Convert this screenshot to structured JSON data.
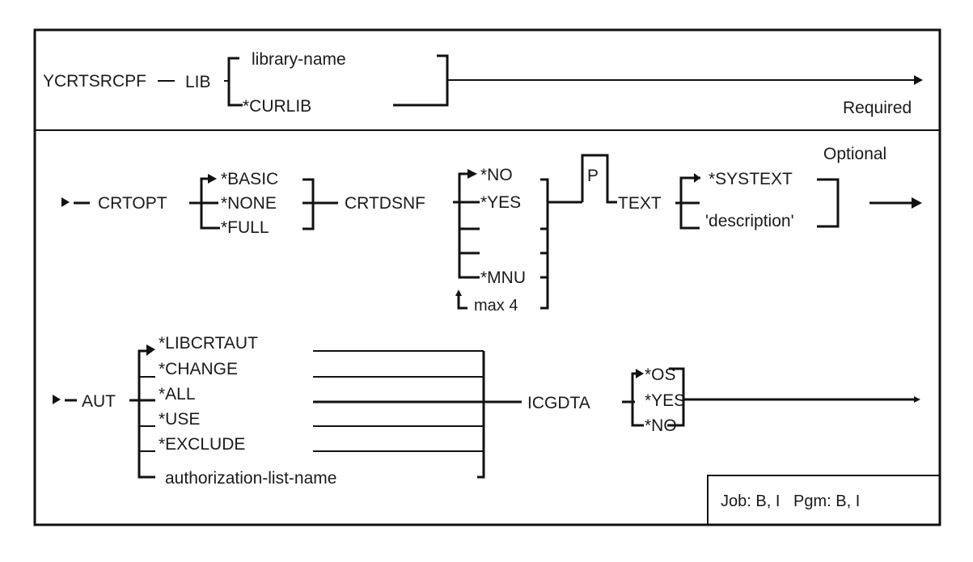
{
  "diagram": {
    "title": "YCRTSRCPF command syntax diagram",
    "command": "YCRTSRCPF",
    "required_label": "Required",
    "optional_label": "Optional",
    "footer": "Job: B, I   Pgm: B, I",
    "positional_marker": "P",
    "parameters": {
      "lib": {
        "keyword": "LIB",
        "options": [
          "library-name",
          "*CURLIB"
        ]
      },
      "crtopt": {
        "keyword": "CRTOPT",
        "default": "*BASIC",
        "options": [
          "*BASIC",
          "*NONE",
          "*FULL"
        ]
      },
      "crtdsnf": {
        "keyword": "CRTDSNF",
        "default": "*NO",
        "options": [
          "*NO",
          "*YES",
          "",
          "",
          "*MNU"
        ],
        "repeat": "max 4"
      },
      "text": {
        "keyword": "TEXT",
        "default": "*SYSTEXT",
        "options": [
          "*SYSTEXT",
          "'description'"
        ]
      },
      "aut": {
        "keyword": "AUT",
        "default": "*LIBCRTAUT",
        "options": [
          "*LIBCRTAUT",
          "*CHANGE",
          "*ALL",
          "*USE",
          "*EXCLUDE",
          "authorization-list-name"
        ]
      },
      "icgdta": {
        "keyword": "ICGDTA",
        "default": "*OS",
        "options": [
          "*OS",
          "*YES",
          "*NO"
        ]
      }
    }
  }
}
